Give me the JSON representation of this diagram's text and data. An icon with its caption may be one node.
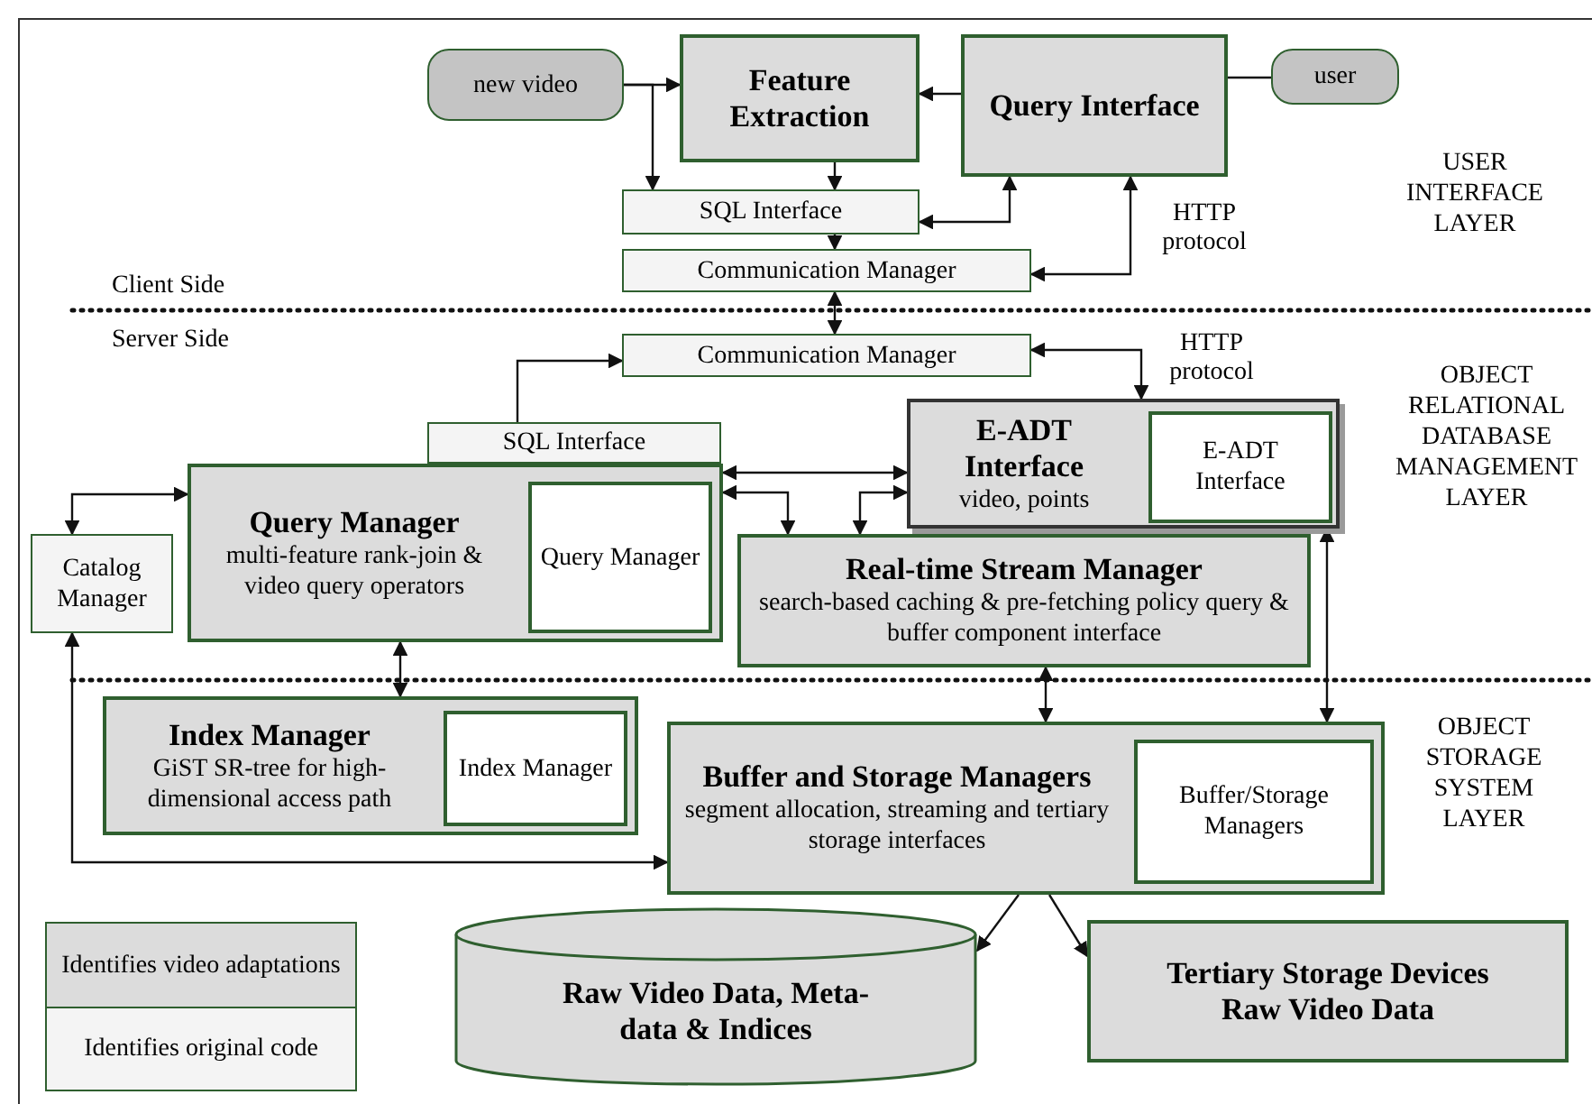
{
  "diagram": {
    "nodes": [
      {
        "text": [
          "new video"
        ]
      },
      {
        "text": [
          "Feature Extraction"
        ]
      },
      {
        "text": [
          "Query Interface"
        ]
      },
      {
        "text": [
          "user"
        ]
      },
      {
        "text": [
          "SQL Interface"
        ]
      },
      {
        "text": [
          "Communication Manager"
        ]
      },
      {
        "text": [
          "Communication Manager"
        ]
      },
      {
        "text": [
          "SQL Interface"
        ]
      },
      {
        "text": [
          "Query Manager",
          "multi-feature rank-join & video query operators"
        ]
      },
      {
        "text": [
          "Query Manager"
        ],
        "in": 8
      },
      {
        "text": [
          "E-ADT Interface",
          "video, points"
        ]
      },
      {
        "text": [
          "E-ADT Interface"
        ],
        "in": 10
      },
      {
        "text": [
          "Catalog Manager"
        ]
      },
      {
        "text": [
          "Real-time Stream Manager",
          "search-based caching & pre-fetching policy query & buffer component interface"
        ]
      },
      {
        "text": [
          "Index Manager",
          "GiST SR-tree for high-dimensional access path"
        ]
      },
      {
        "text": [
          "Index Manager"
        ],
        "in": 14
      },
      {
        "text": [
          "Buffer and Storage Managers",
          "segment allocation, streaming and tertiary storage interfaces"
        ]
      },
      {
        "text": [
          "Buffer/Storage Managers"
        ],
        "in": 16
      },
      {
        "text": [
          "Raw Video Data, Meta-data & Indices"
        ]
      },
      {
        "text": [
          "Tertiary Storage Devices",
          "Raw Video Data"
        ]
      }
    ],
    "edges": [
      {
        "from": 0,
        "to": 1,
        "arrow": "to"
      },
      {
        "from": 0,
        "to": 4,
        "arrow": "to"
      },
      {
        "from": 2,
        "to": 1,
        "arrow": "to"
      },
      {
        "from": 3,
        "to": 2,
        "arrow": "none"
      },
      {
        "from": 1,
        "to": 4,
        "arrow": "to"
      },
      {
        "from": 4,
        "to": 2,
        "arrow": "both"
      },
      {
        "from": 4,
        "to": 5,
        "arrow": "to"
      },
      {
        "from": 5,
        "to": 2,
        "arrow": "both",
        "label": "HTTP protocol"
      },
      {
        "from": 5,
        "to": 6,
        "arrow": "both"
      },
      {
        "from": 7,
        "to": 6,
        "arrow": "to"
      },
      {
        "from": 6,
        "to": 10,
        "arrow": "both",
        "label": "HTTP protocol"
      },
      {
        "from": 12,
        "to": 8,
        "arrow": "both"
      },
      {
        "from": 12,
        "to": 16,
        "arrow": "both"
      },
      {
        "from": 8,
        "to": 10,
        "arrow": "both"
      },
      {
        "from": 8,
        "to": 13,
        "arrow": "both"
      },
      {
        "from": 13,
        "to": 10,
        "arrow": "both"
      },
      {
        "from": 8,
        "to": 14,
        "arrow": "both"
      },
      {
        "from": 13,
        "to": 16,
        "arrow": "both"
      },
      {
        "from": 10,
        "to": 16,
        "arrow": "both"
      },
      {
        "from": 16,
        "to": 18,
        "arrow": "to"
      },
      {
        "from": 16,
        "to": 19,
        "arrow": "to"
      }
    ],
    "labels": [
      "USER INTERFACE LAYER",
      "Client Side",
      "Server Side",
      "OBJECT RELATIONAL DATABASE MANAGEMENT LAYER",
      "OBJECT STORAGE SYSTEM LAYER"
    ],
    "legend": [
      {
        "text": "Identifies video adaptations",
        "color": "#dcdcdc"
      },
      {
        "text": "Identifies original code",
        "color": "#f4f4f4"
      }
    ]
  }
}
